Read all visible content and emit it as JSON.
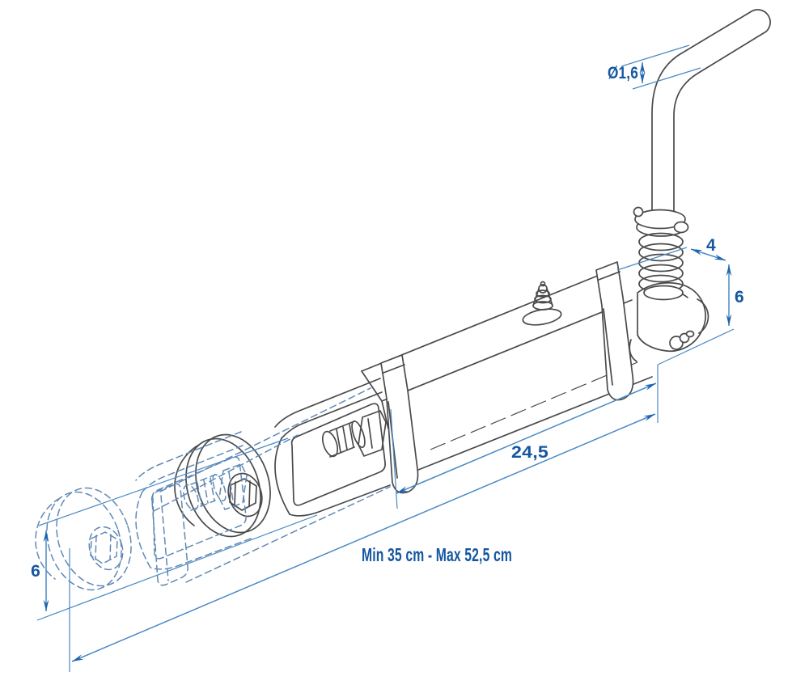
{
  "document": {
    "type": "technical-line-drawing",
    "subject": "caravan corner steady stabilizer jack with crank handle, spring and roller foot",
    "view": "isometric outline drawing with dashed phantom showing extended position"
  },
  "colors": {
    "bg": "#ffffff",
    "ink": "#4a4a4c",
    "phantom": "#6089b5",
    "dimline": "#4a8ac5",
    "dimtext": "#14579f",
    "arrow": "#1d64b0"
  },
  "dimensions": {
    "handle_diameter": {
      "label": "Ø1,6"
    },
    "bracket_width": {
      "label": "4"
    },
    "housing_height": {
      "label": "6"
    },
    "outer_tube_length": {
      "label": "24,5"
    },
    "wheel_diameter": {
      "label": "6"
    },
    "overall_length_range": {
      "label": "Min 35 cm - Max 52,5 cm"
    }
  }
}
